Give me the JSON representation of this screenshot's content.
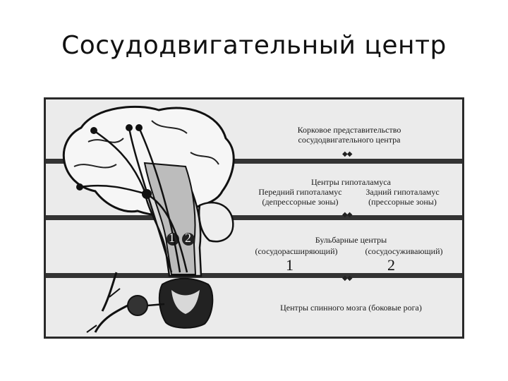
{
  "slide": {
    "title": "Сосудодвигательный центр"
  },
  "diagram": {
    "levels": {
      "cortex": {
        "line1": "Корковое представительство",
        "line2": "сосудодвигательного центра"
      },
      "hypothalamus": {
        "title": "Центры гипоталамуса",
        "anterior_name": "Передний гипоталамус",
        "anterior_zone": "(депрессорные зоны)",
        "posterior_name": "Задний гипоталамус",
        "posterior_zone": "(прессорные зоны)"
      },
      "bulbar": {
        "title": "Бульбарные центры",
        "left_center": "(сосудорасширяющий)",
        "right_center": "(сосудосуживающий)",
        "left_number": "1",
        "right_number": "2"
      },
      "spinal": {
        "title": "Центры спинного мозга (боковые рога)"
      }
    },
    "medulla_markers": {
      "left": "1",
      "right": "2"
    },
    "arrow_glyph": "◆◆"
  }
}
